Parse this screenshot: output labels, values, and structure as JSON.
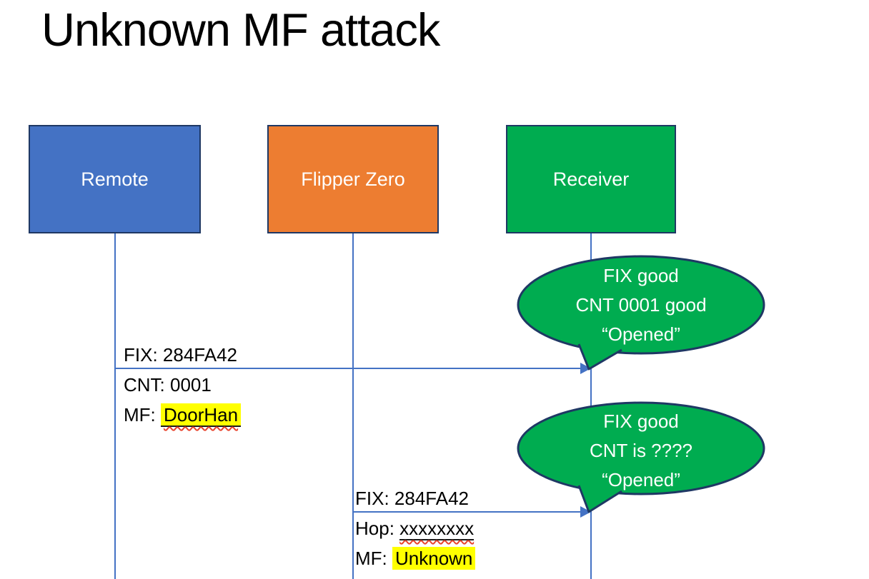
{
  "slide": {
    "title": "Unknown MF attack"
  },
  "actors": [
    {
      "label": "Remote"
    },
    {
      "label": "Flipper Zero"
    },
    {
      "label": "Receiver"
    }
  ],
  "messages": {
    "message1": {
      "from": "Remote",
      "to": "Receiver",
      "line_above": "FIX: 284FA42",
      "line2": "CNT: 0001",
      "line3_prefix": "MF: ",
      "line3_value": "DoorHan"
    },
    "message2": {
      "from": "Flipper Zero",
      "to": "Receiver",
      "line_above": "FIX: 284FA42",
      "line2_prefix": "Hop: ",
      "line2_value": "xxxxxxxx",
      "line3_prefix": "MF: ",
      "line3_value": "Unknown"
    }
  },
  "callouts": {
    "callout1": {
      "line1": "FIX good",
      "line2": "CNT 0001 good",
      "line3": "“Opened”"
    },
    "callout2": {
      "line1": "FIX good",
      "line2": "CNT is ????",
      "line3": "“Opened”"
    }
  },
  "colors": {
    "remote_fill": "#4472C4",
    "flipper_fill": "#ED7D31",
    "receiver_fill": "#00AC50",
    "bubble_fill": "#00AC50",
    "shape_border": "#1F3864",
    "connector_blue": "#4472C4",
    "highlight_yellow": "#FFFF00",
    "spellcheck_red": "#E8442E",
    "title_text": "#000000",
    "box_text": "#FFFFFF"
  }
}
